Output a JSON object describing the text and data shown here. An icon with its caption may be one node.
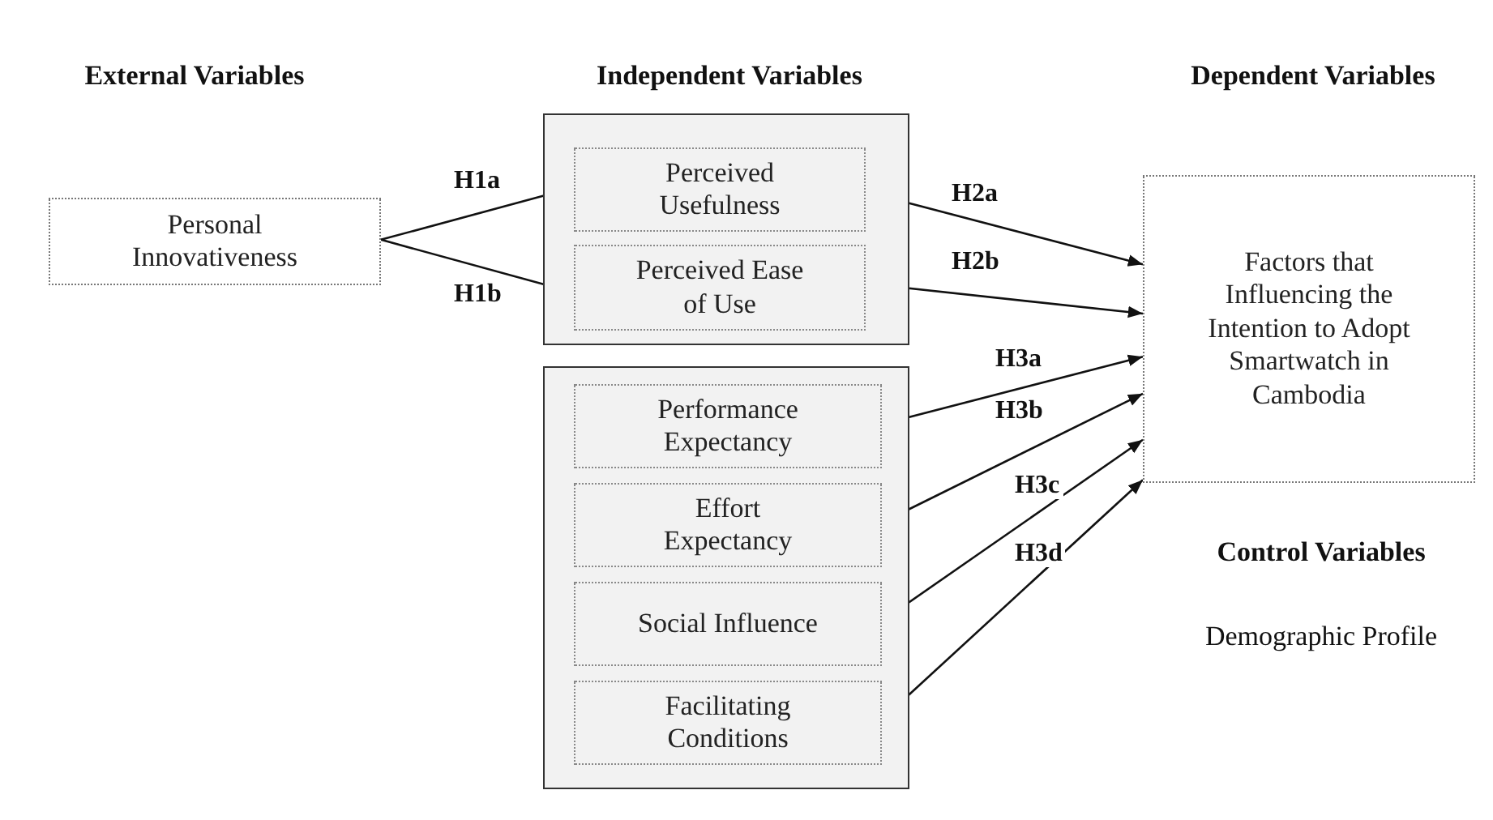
{
  "diagram": {
    "nodes": [
      {
        "text": [
          "Personal Innovativeness"
        ]
      },
      {
        "text": [],
        "shape": "box"
      },
      {
        "text": [
          "Perceived Usefulness"
        ],
        "in": 1
      },
      {
        "text": [
          "Perceived Ease of Use"
        ],
        "in": 1
      },
      {
        "text": [],
        "shape": "box"
      },
      {
        "text": [
          "Performance Expectancy"
        ],
        "in": 4
      },
      {
        "text": [
          "Effort Expectancy"
        ],
        "in": 4
      },
      {
        "text": [
          "Social Influence"
        ],
        "in": 4
      },
      {
        "text": [
          "Facilitating Conditions"
        ],
        "in": 4
      },
      {
        "text": [
          "Factors that Influencing the Intention to Adopt Smartwatch in Cambodia"
        ]
      }
    ],
    "edges": [
      {
        "from": 0,
        "to": 2,
        "arrow": "to",
        "label": "H1a"
      },
      {
        "from": 0,
        "to": 3,
        "arrow": "to",
        "label": "H1b"
      },
      {
        "from": 2,
        "to": 9,
        "arrow": "to",
        "label": "H2a"
      },
      {
        "from": 3,
        "to": 9,
        "arrow": "to",
        "label": "H2b"
      },
      {
        "from": 5,
        "to": 9,
        "arrow": "to",
        "label": "H3a"
      },
      {
        "from": 6,
        "to": 9,
        "arrow": "to",
        "label": "H3b"
      },
      {
        "from": 7,
        "to": 9,
        "arrow": "to",
        "label": "H3c"
      },
      {
        "from": 8,
        "to": 9,
        "arrow": "to",
        "label": "H3d"
      }
    ],
    "labels": [
      "External Variables",
      "Independent Variables",
      "Dependent Variables",
      "Control Variables",
      "Demographic Profile"
    ]
  }
}
